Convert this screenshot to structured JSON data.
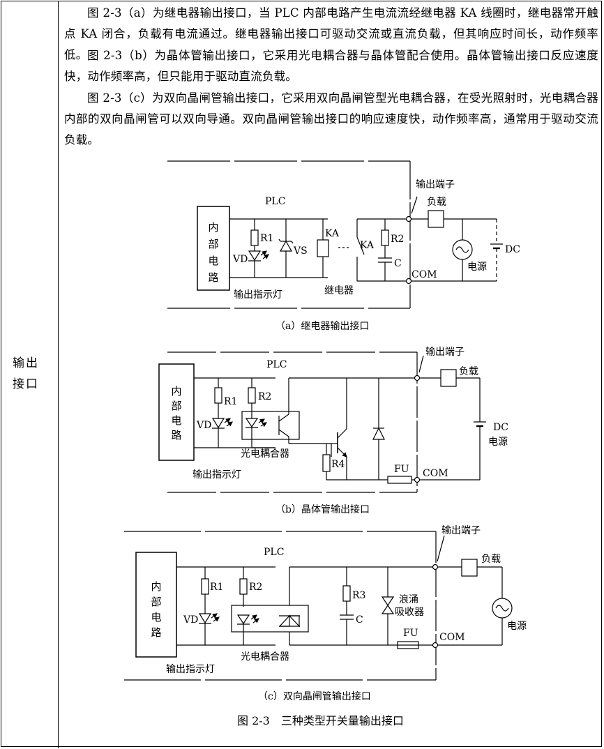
{
  "side_label": [
    "输出",
    "接口"
  ],
  "paragraphs": [
    "图 2-3（a）为继电器输出接口，当 PLC 内部电路产生电流流经继电器 KA 线圈时，继电器常开触点 KA 闭合，负载有电流通过。继电器输出接口可驱动交流或直流负载，但其响应时间长，动作频率低。",
    "图 2-3（b）为晶体管输出接口，它采用光电耦合器与晶体管配合使用。晶体管输出接口反应速度快，动作频率高，但只能用于驱动直流负载。",
    "图 2-3（c）为双向晶闸管输出接口，它采用双向晶闸管型光电耦合器，在受光照射时，光电耦合器内部的双向晶闸管可以双向导通。双向晶闸管输出接口的响应速度快，动作频率高，通常用于驱动交流负载。"
  ],
  "diagram_a": {
    "plc": "PLC",
    "internal": [
      "内",
      "部",
      "电",
      "路"
    ],
    "r1": "R1",
    "vd": "VD",
    "vs": "VS",
    "ka_coil": "KA",
    "ka_contact": "KA",
    "r2": "R2",
    "c": "C",
    "indicator": "输出指示灯",
    "relay": "继电器",
    "terminal": "输出端子",
    "load": "负载",
    "com": "COM",
    "source": "电源",
    "dc": "DC",
    "caption": "（a）继电器输出接口"
  },
  "diagram_b": {
    "plc": "PLC",
    "internal": [
      "内",
      "部",
      "电",
      "路"
    ],
    "r1": "R1",
    "r2": "R2",
    "vd": "VD",
    "r4": "R4",
    "fu": "FU",
    "coupler": "光电耦合器",
    "indicator": "输出指示灯",
    "terminal": "输出端子",
    "load": "负载",
    "com": "COM",
    "dc": "DC",
    "source": "电源",
    "caption": "（b）晶体管输出接口"
  },
  "diagram_c": {
    "plc": "PLC",
    "internal": [
      "内",
      "部",
      "电",
      "路"
    ],
    "r1": "R1",
    "r2": "R2",
    "r3": "R3",
    "vd": "VD",
    "c": "C",
    "fu": "FU",
    "absorber": [
      "浪涌",
      "吸收器"
    ],
    "coupler": "光电耦合器",
    "indicator": "输出指示灯",
    "terminal": "输出端子",
    "load": "负载",
    "com": "COM",
    "source": "电源",
    "caption": "（c）双向晶闸管输出接口"
  },
  "figure_caption": "图 2-3　三种类型开关量输出接口"
}
